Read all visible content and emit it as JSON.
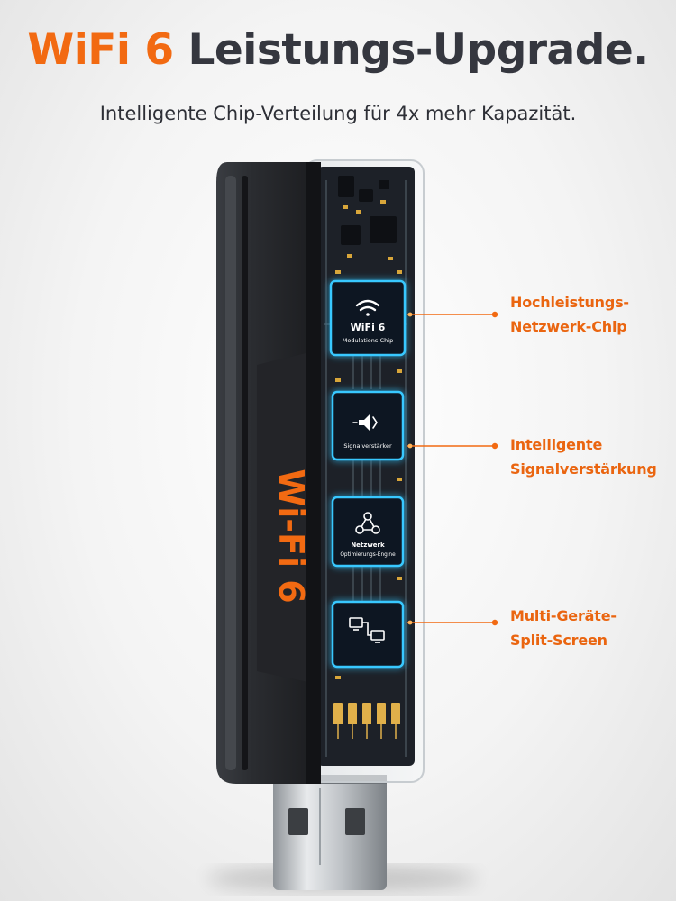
{
  "headline": {
    "accent": "WiFi 6",
    "rest": "Leistungs-Upgrade."
  },
  "subheadline": "Intelligente Chip-Verteilung für 4x mehr Kapazität.",
  "device": {
    "side_label": "Wi-Fi 6",
    "chips": [
      {
        "title": "WiFi 6",
        "caption": "Modulations-Chip",
        "icon": "wifi-icon"
      },
      {
        "caption": "Signalverstärker",
        "icon": "signal-amplifier-icon"
      },
      {
        "title": "Netzwerk",
        "caption": "Optimierungs-Engine",
        "icon": "network-nodes-icon"
      },
      {
        "icon": "devices-icon"
      }
    ]
  },
  "callouts": [
    {
      "line1": "Hochleistungs-",
      "line2": "Netzwerk-Chip"
    },
    {
      "line1": "Intelligente",
      "line2": "Signalverstärkung"
    },
    {
      "line1": "Multi-Geräte-",
      "line2": "Split-Screen"
    }
  ],
  "colors": {
    "accent": "#f26a12",
    "headline_dark": "#35373f",
    "chip_glow": "#39c8ff",
    "pcb": "#1d2128"
  }
}
